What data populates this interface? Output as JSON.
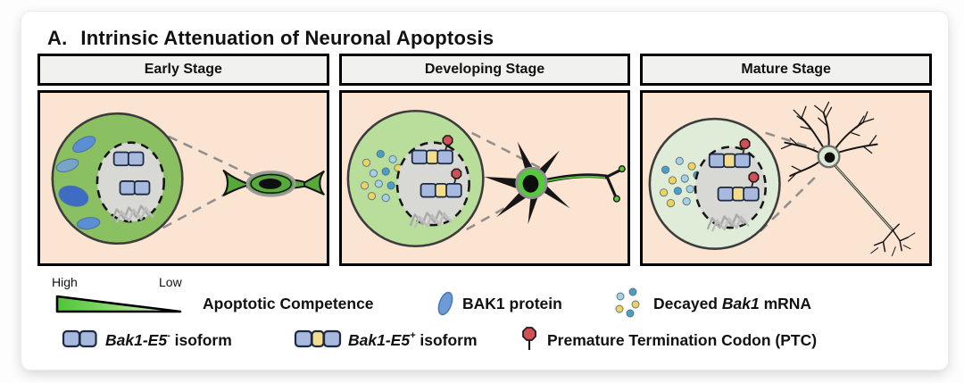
{
  "figure": {
    "panel_label": "A.",
    "title": "Intrinsic Attenuation of Neuronal Apoptosis"
  },
  "stages": [
    {
      "label": "Early Stage"
    },
    {
      "label": "Developing Stage"
    },
    {
      "label": "Mature Stage"
    }
  ],
  "legend": {
    "apoptotic_competence": {
      "high": "High",
      "low": "Low",
      "label": "Apoptotic Competence"
    },
    "bak1_protein": {
      "label": "BAK1 protein"
    },
    "decayed_mrna": {
      "prefix": "Decayed ",
      "gene": "Bak1",
      "suffix": " mRNA"
    },
    "isoform_e5_minus": {
      "gene": "Bak1-E5",
      "sup": "-",
      "suffix": " isoform"
    },
    "isoform_e5_plus": {
      "gene": "Bak1-E5",
      "sup": "+",
      "suffix": " isoform"
    },
    "ptc": {
      "label": "Premature Termination Codon (PTC)"
    }
  },
  "colors": {
    "panel_background": "#fce4d3",
    "early_cell_green": "#8abf62",
    "developing_cell_green": "#b9de9c",
    "mature_cell_green": "#dfecd7",
    "nucleus_gray": "#d8d8d5",
    "exon_blue": "#a8b9de",
    "exon_yellow": "#f3dd8c",
    "bak1_protein_blue": "#5b8ed2",
    "mrna_dot_blue": "#4a9fca",
    "mrna_dot_lightblue": "#a6d0e4",
    "mrna_dot_yellow": "#eed35f",
    "ptc_red": "#d14f55",
    "neuron_green": "#54c93a",
    "gradient_green": "#4fc438"
  }
}
